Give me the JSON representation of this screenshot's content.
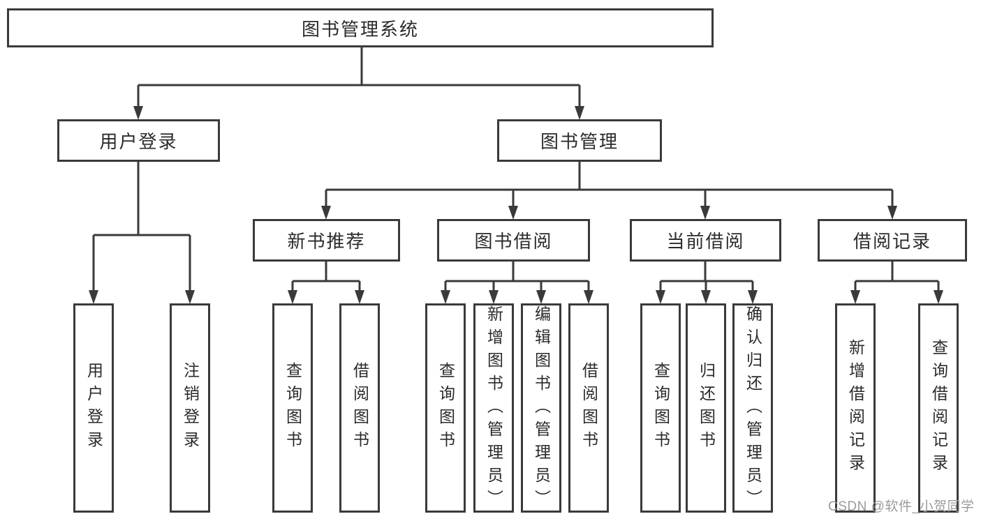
{
  "tree": {
    "label": "图书管理系统",
    "children": [
      {
        "label": "用户登录",
        "children": [
          {
            "label": "用户登录"
          },
          {
            "label": "注销登录"
          }
        ]
      },
      {
        "label": "图书管理",
        "children": [
          {
            "label": "新书推荐",
            "children": [
              {
                "label": "查询图书"
              },
              {
                "label": "借阅图书"
              }
            ]
          },
          {
            "label": "图书借阅",
            "children": [
              {
                "label": "查询图书"
              },
              {
                "label": "新增图书（管理员）"
              },
              {
                "label": "编辑图书（管理员）"
              },
              {
                "label": "借阅图书"
              }
            ]
          },
          {
            "label": "当前借阅",
            "children": [
              {
                "label": "查询图书"
              },
              {
                "label": "归还图书"
              },
              {
                "label": "确认归还（管理员）"
              }
            ]
          },
          {
            "label": "借阅记录",
            "children": [
              {
                "label": "新增借阅记录"
              },
              {
                "label": "查询借阅记录"
              }
            ]
          }
        ]
      }
    ]
  },
  "watermark": {
    "text": "CSDN @软件_小贺同学"
  },
  "colors": {
    "line": "#3a3a3a",
    "text": "#2b2b2b",
    "watermark": "#9b9b9b",
    "background": "#ffffff"
  }
}
